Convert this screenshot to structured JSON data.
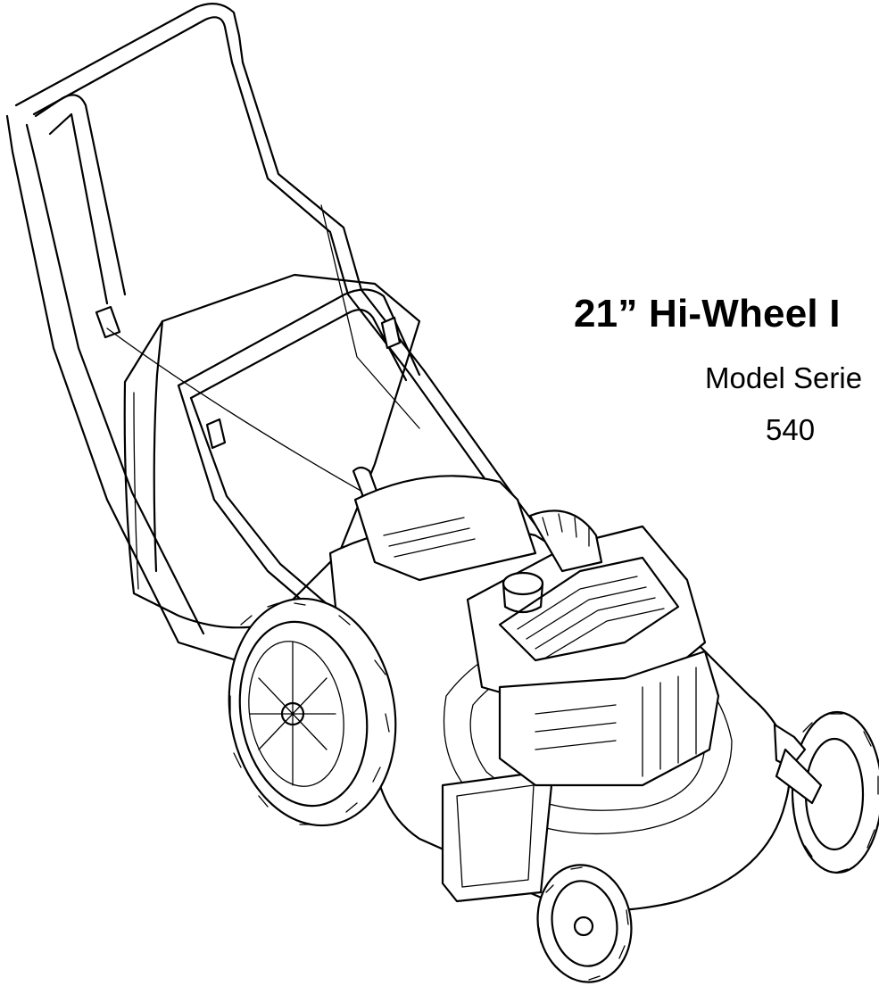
{
  "document": {
    "product_title": "21” Hi-Wheel I",
    "series_label": "Model Serie",
    "series_number": "540"
  },
  "illustration": {
    "subject": "lawn-mower",
    "line_color": "#000000",
    "background": "#ffffff"
  }
}
